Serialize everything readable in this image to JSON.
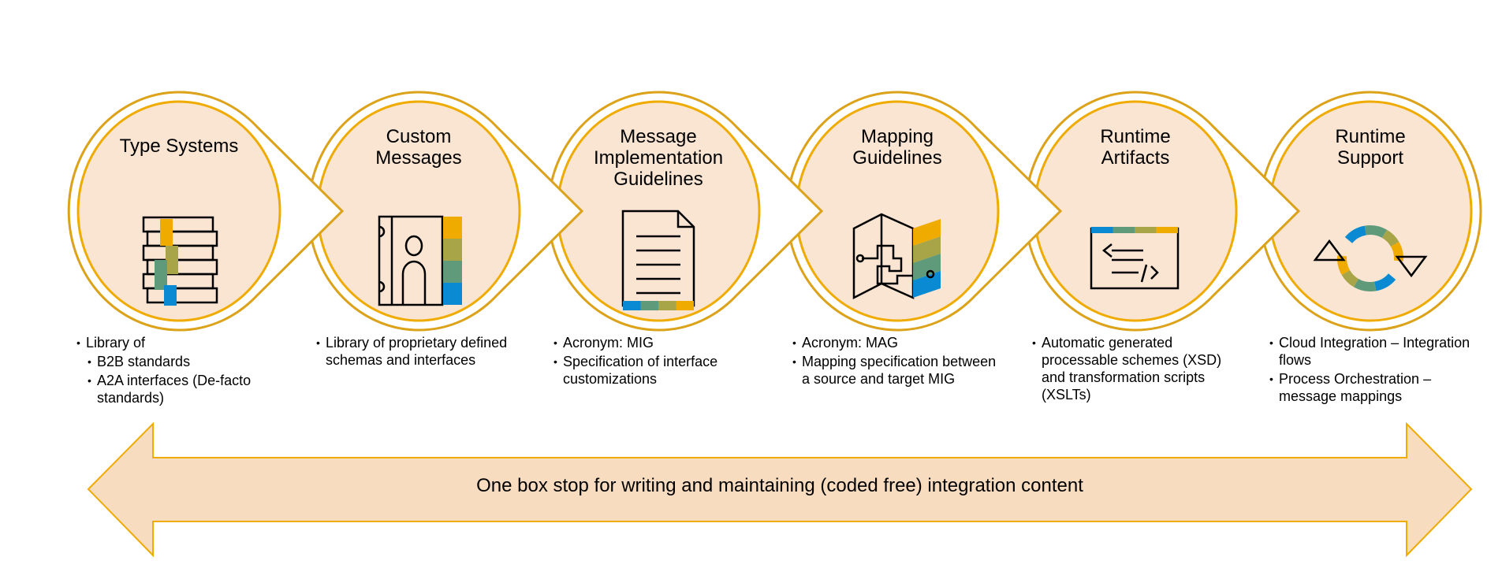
{
  "colors": {
    "ring": "#f0ab00",
    "fill": "#fae4d2",
    "banner_fill": "#f8dcc0",
    "yellow": "#f0ab00",
    "olive": "#a8a448",
    "green": "#5f9a7a",
    "blue": "#0a8ad2"
  },
  "steps": [
    {
      "title": "Type Systems",
      "icon": "books-stack-icon",
      "bullets": [
        {
          "text": "Library of",
          "level": 1
        },
        {
          "text": "B2B standards",
          "level": 2
        },
        {
          "text": "A2A interfaces (De-facto standards)",
          "level": 2
        }
      ]
    },
    {
      "title": "Custom Messages",
      "icon": "address-book-icon",
      "bullets": [
        {
          "text": "Library of proprietary defined schemas and interfaces",
          "level": 1
        }
      ]
    },
    {
      "title": "Message Implementation Guidelines",
      "icon": "document-icon",
      "bullets": [
        {
          "text": "Acronym: MIG",
          "level": 1
        },
        {
          "text": "Specification of interface customizations",
          "level": 1
        }
      ]
    },
    {
      "title": "Mapping Guidelines",
      "icon": "map-icon",
      "bullets": [
        {
          "text": "Acronym: MAG",
          "level": 1
        },
        {
          "text": "Mapping specification between a source and target MIG",
          "level": 1
        }
      ]
    },
    {
      "title": "Runtime Artifacts",
      "icon": "code-window-icon",
      "bullets": [
        {
          "text": "Automatic generated processable schemes (XSD) and transformation scripts (XSLTs)",
          "level": 1
        }
      ]
    },
    {
      "title": "Runtime Support",
      "icon": "refresh-cycle-icon",
      "bullets": [
        {
          "text": "Cloud Integration – Integration flows",
          "level": 1
        },
        {
          "text": "Process Orchestration – message mappings",
          "level": 1
        }
      ]
    }
  ],
  "banner": {
    "text": "One box stop for writing and maintaining (coded free) integration content"
  }
}
